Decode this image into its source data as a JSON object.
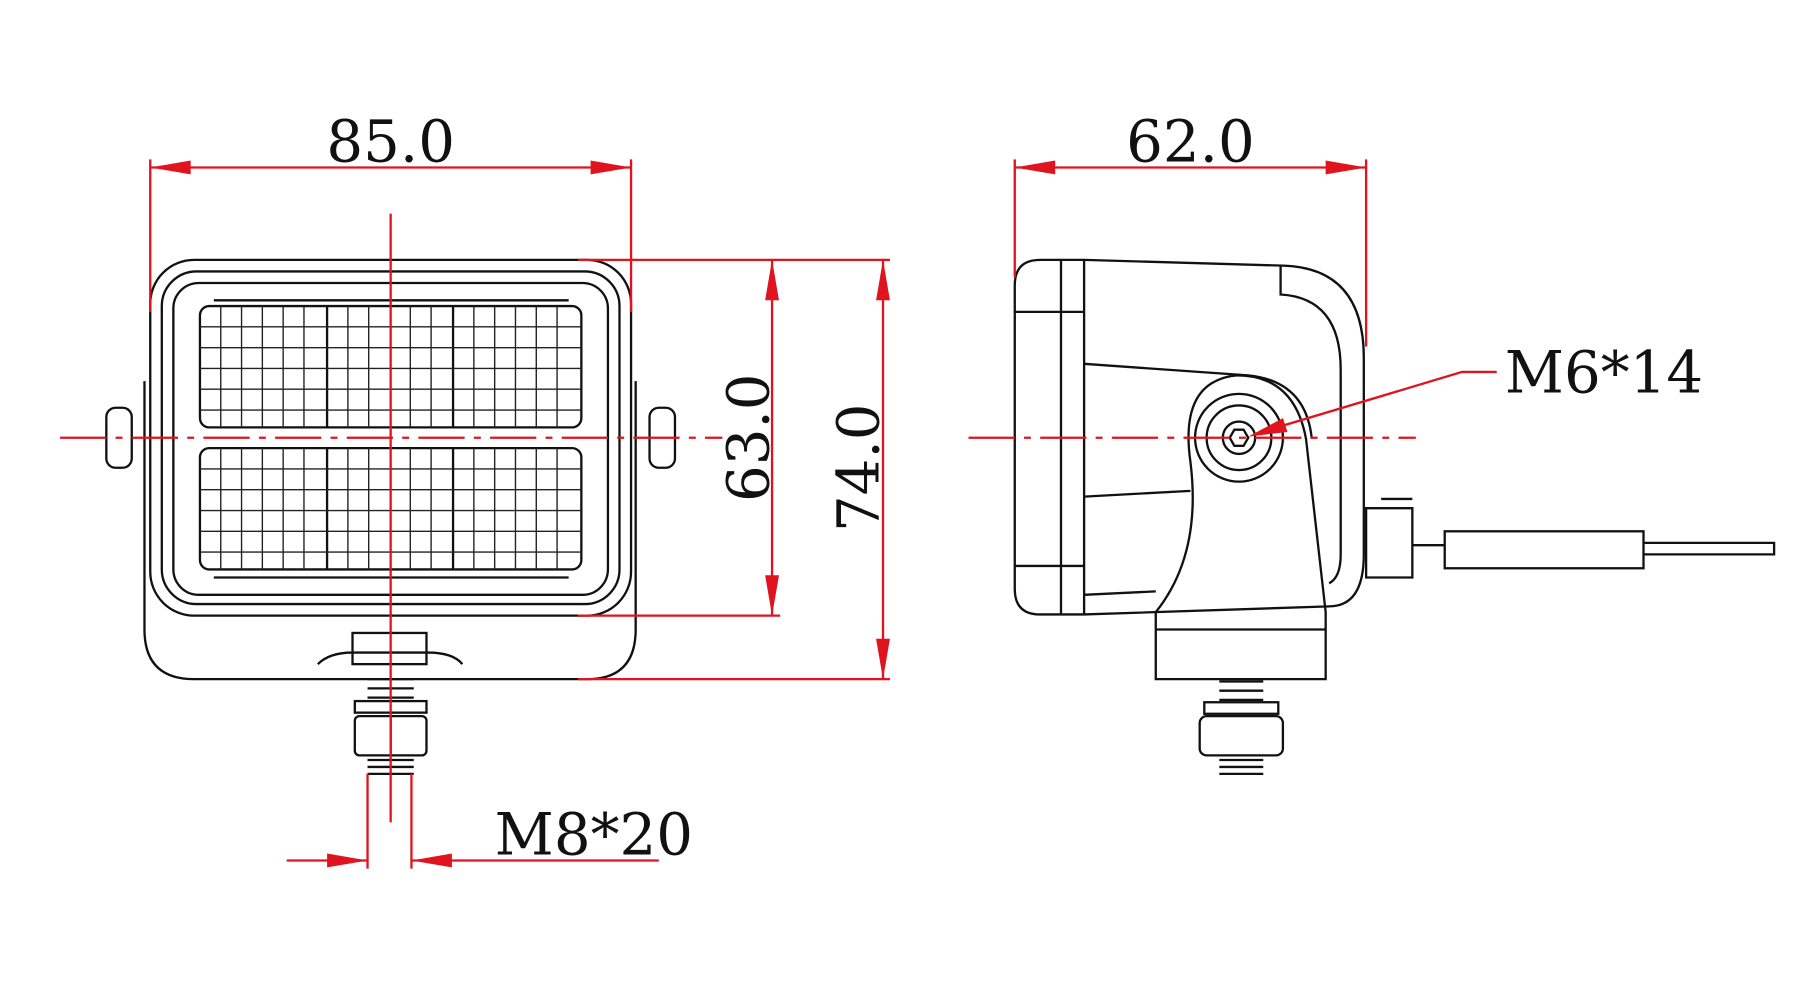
{
  "drawing": {
    "front_view": {
      "width_dimension": "85.0",
      "lens_height_dimension": "63.0",
      "overall_height_dimension": "74.0",
      "bolt_callout": "M8*20"
    },
    "side_view": {
      "depth_dimension": "62.0",
      "pivot_bolt_callout": "M6*14"
    },
    "colors": {
      "dimension_lines": "#e0141e",
      "outline": "#111111"
    }
  }
}
